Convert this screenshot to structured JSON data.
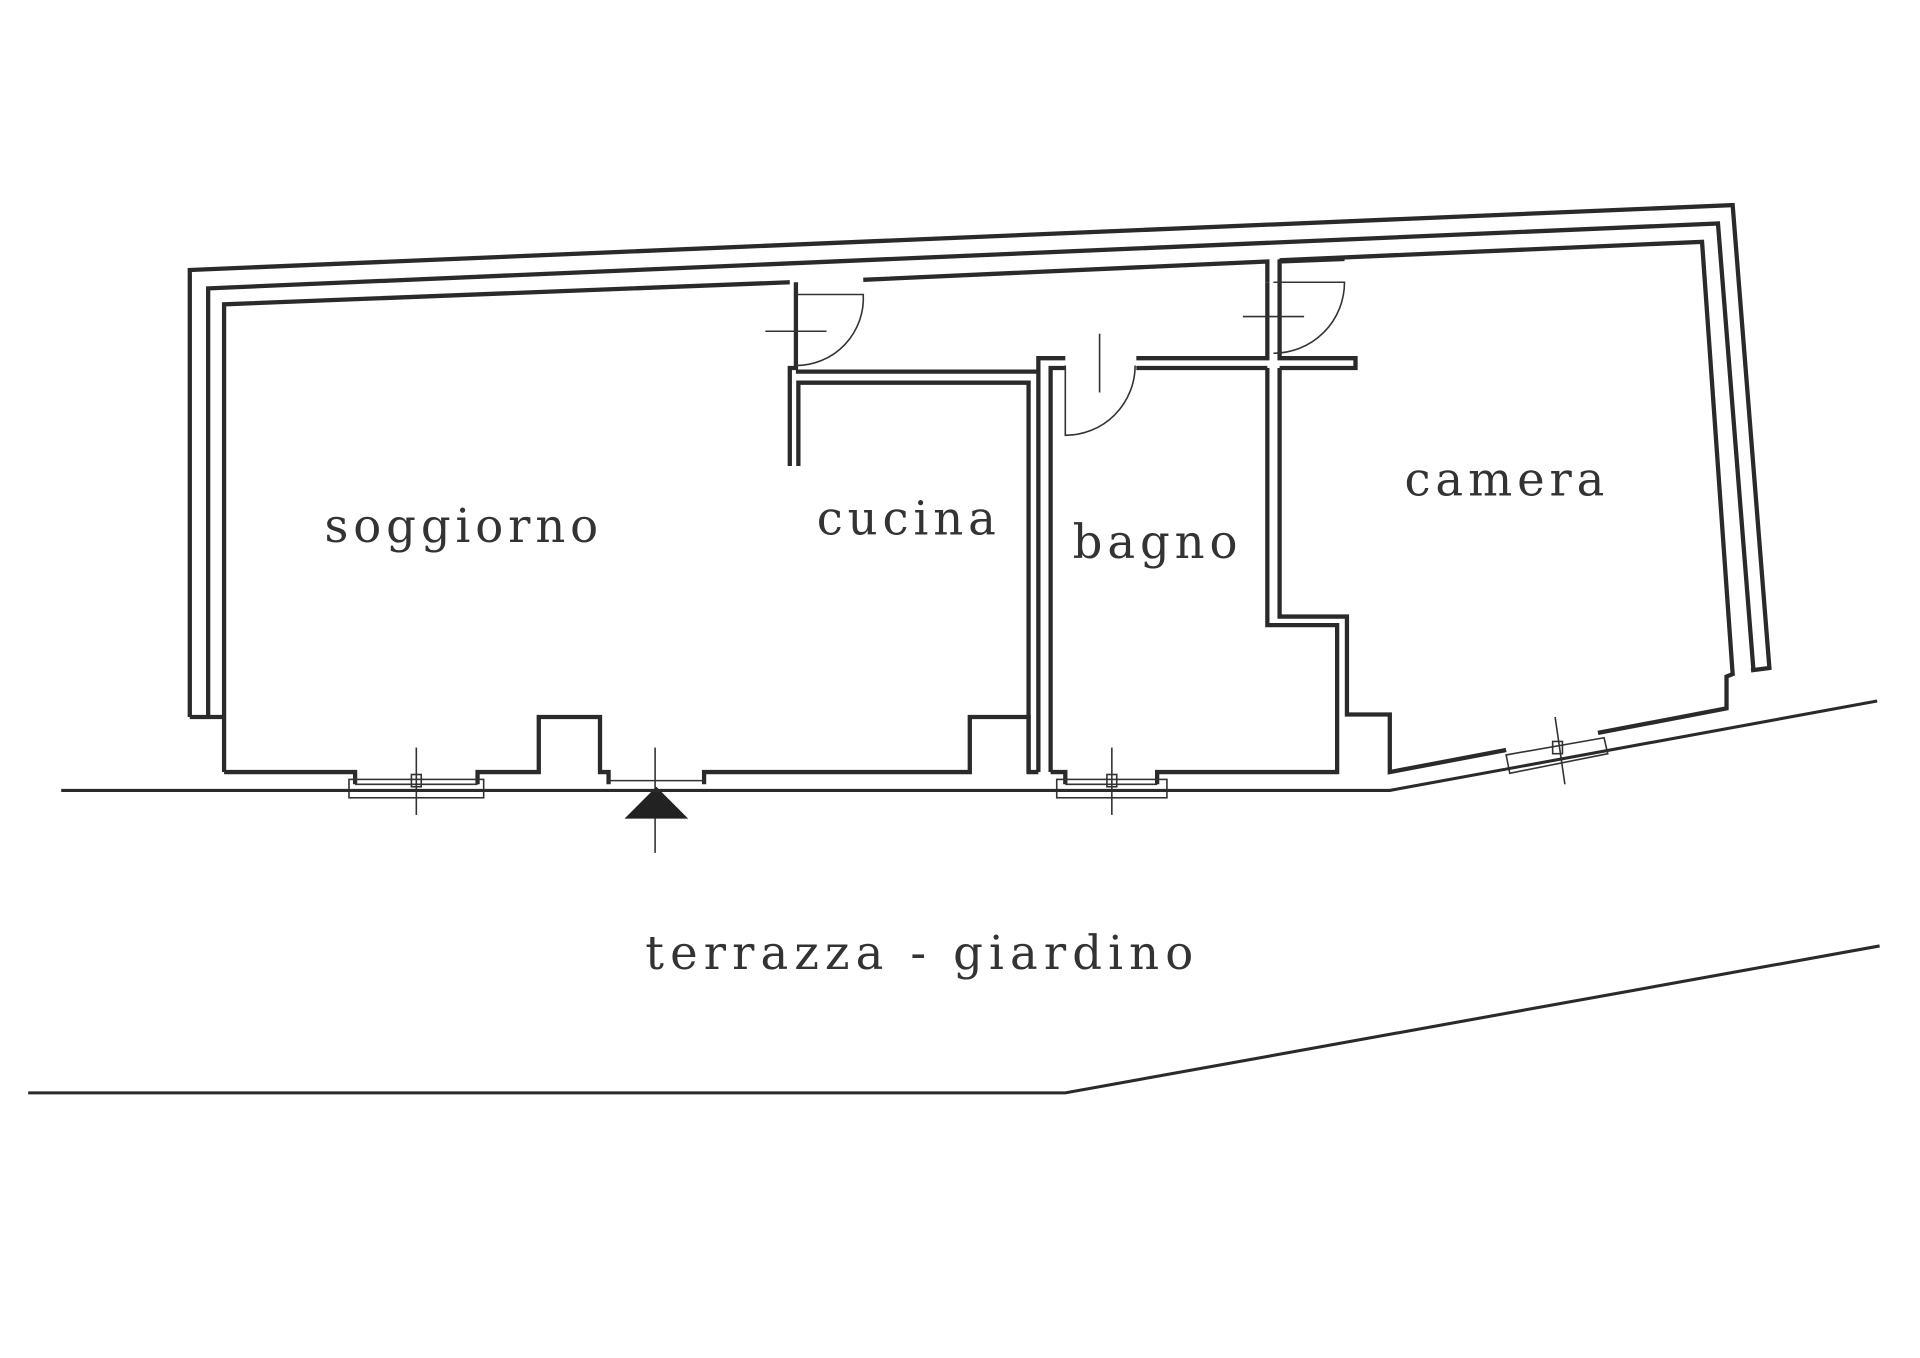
{
  "plan": {
    "rooms": {
      "living": "soggiorno",
      "kitchen": "cucina",
      "bathroom": "bagno",
      "bedroom": "camera"
    },
    "outdoor": "terrazza - giardino"
  },
  "colors": {
    "line": "#2a2a2a",
    "background": "#ffffff"
  }
}
